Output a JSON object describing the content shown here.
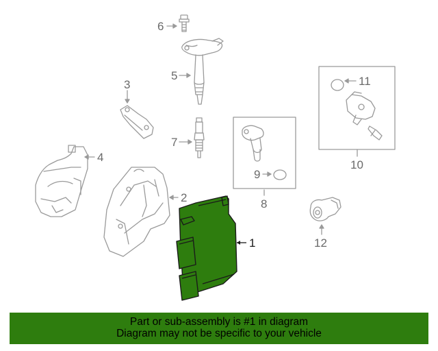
{
  "callouts": {
    "c1": "1",
    "c2": "2",
    "c3": "3",
    "c4": "4",
    "c5": "5",
    "c6": "6",
    "c7": "7",
    "c8": "8",
    "c9": "9",
    "c10": "10",
    "c11": "11",
    "c12": "12"
  },
  "colors": {
    "highlight_part": "#2e7d0e",
    "footer_bg": "#2e7d0e",
    "line_art": "#9a9a9a"
  },
  "footer": {
    "line1": "Part or sub-assembly is #1 in diagram",
    "line2": "Diagram may not be specific to your vehicle"
  }
}
